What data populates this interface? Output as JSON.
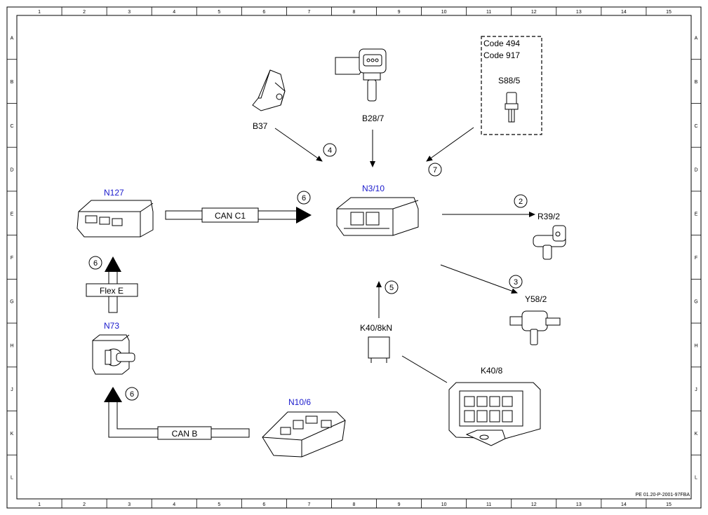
{
  "grid": {
    "columns": [
      "1",
      "2",
      "3",
      "4",
      "5",
      "6",
      "7",
      "8",
      "9",
      "10",
      "11",
      "12",
      "13",
      "14",
      "15"
    ],
    "rows": [
      "A",
      "B",
      "C",
      "D",
      "E",
      "F",
      "G",
      "H",
      "J",
      "K",
      "L"
    ]
  },
  "components": {
    "b37": "B37",
    "b28_7": "B28/7",
    "code_box": {
      "line1": "Code 494",
      "line2": "Code 917",
      "part": "S88/5"
    },
    "n3_10": "N3/10",
    "n127": "N127",
    "r39_2": "R39/2",
    "y58_2": "Y58/2",
    "n73": "N73",
    "k40_8kn": "K40/8kN",
    "k40_8": "K40/8",
    "n10_6": "N10/6"
  },
  "buses": {
    "can_c1": "CAN C1",
    "flex_e": "Flex E",
    "can_b": "CAN B"
  },
  "callouts": {
    "c2": "2",
    "c3": "3",
    "c4": "4",
    "c5": "5",
    "c6_top": "6",
    "c6_left": "6",
    "c6_bottom": "6",
    "c7": "7"
  },
  "footer_ref": "PE 01.20-P-2001-97FBA",
  "colors": {
    "blue_label": "#1a1acc",
    "line": "#000000"
  }
}
